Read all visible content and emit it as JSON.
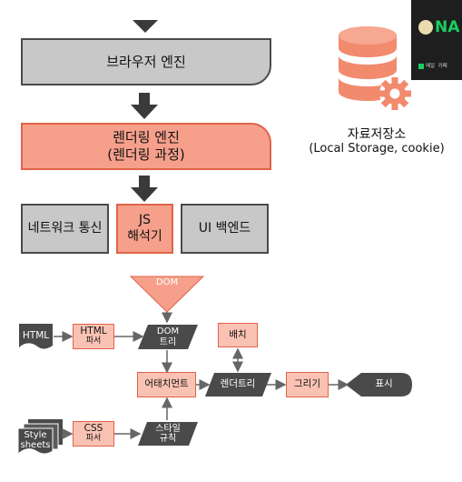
{
  "browser_engine": "브라우저 엔진",
  "rendering_engine": {
    "line1": "렌더링 엔진",
    "line2": "(렌더링 과정)"
  },
  "bottom_boxes": {
    "network": "네트워크 통신",
    "js_line1": "JS",
    "js_line2": "해석기",
    "ui_backend": "UI 백엔드"
  },
  "storage": {
    "title": "자료저장소",
    "subtitle": "(Local Storage, cookie)"
  },
  "flow": {
    "dom": "DOM",
    "html": "HTML",
    "html_parser": {
      "line1": "HTML",
      "line2": "파서"
    },
    "dom_tree": {
      "line1": "DOM",
      "line2": "트리"
    },
    "layout": "배치",
    "attachment": "어태치먼트",
    "render_tree": "렌더트리",
    "paint": "그리기",
    "display": "표시",
    "style_sheets": {
      "line1": "Style",
      "line2": "sheets"
    },
    "css_parser": {
      "line1": "CSS",
      "line2": "파서"
    },
    "style_rules": {
      "line1": "스타일",
      "line2": "규칙"
    }
  },
  "corner_thumb": {
    "logo": "NA",
    "menu": "메일  카페"
  },
  "colors": {
    "gray_fill": "#c8c8c8",
    "gray_border": "#4a4a4a",
    "salmon_fill": "#f6a08c",
    "salmon_border": "#e0634a",
    "dark_shape": "#4a4a4a"
  }
}
